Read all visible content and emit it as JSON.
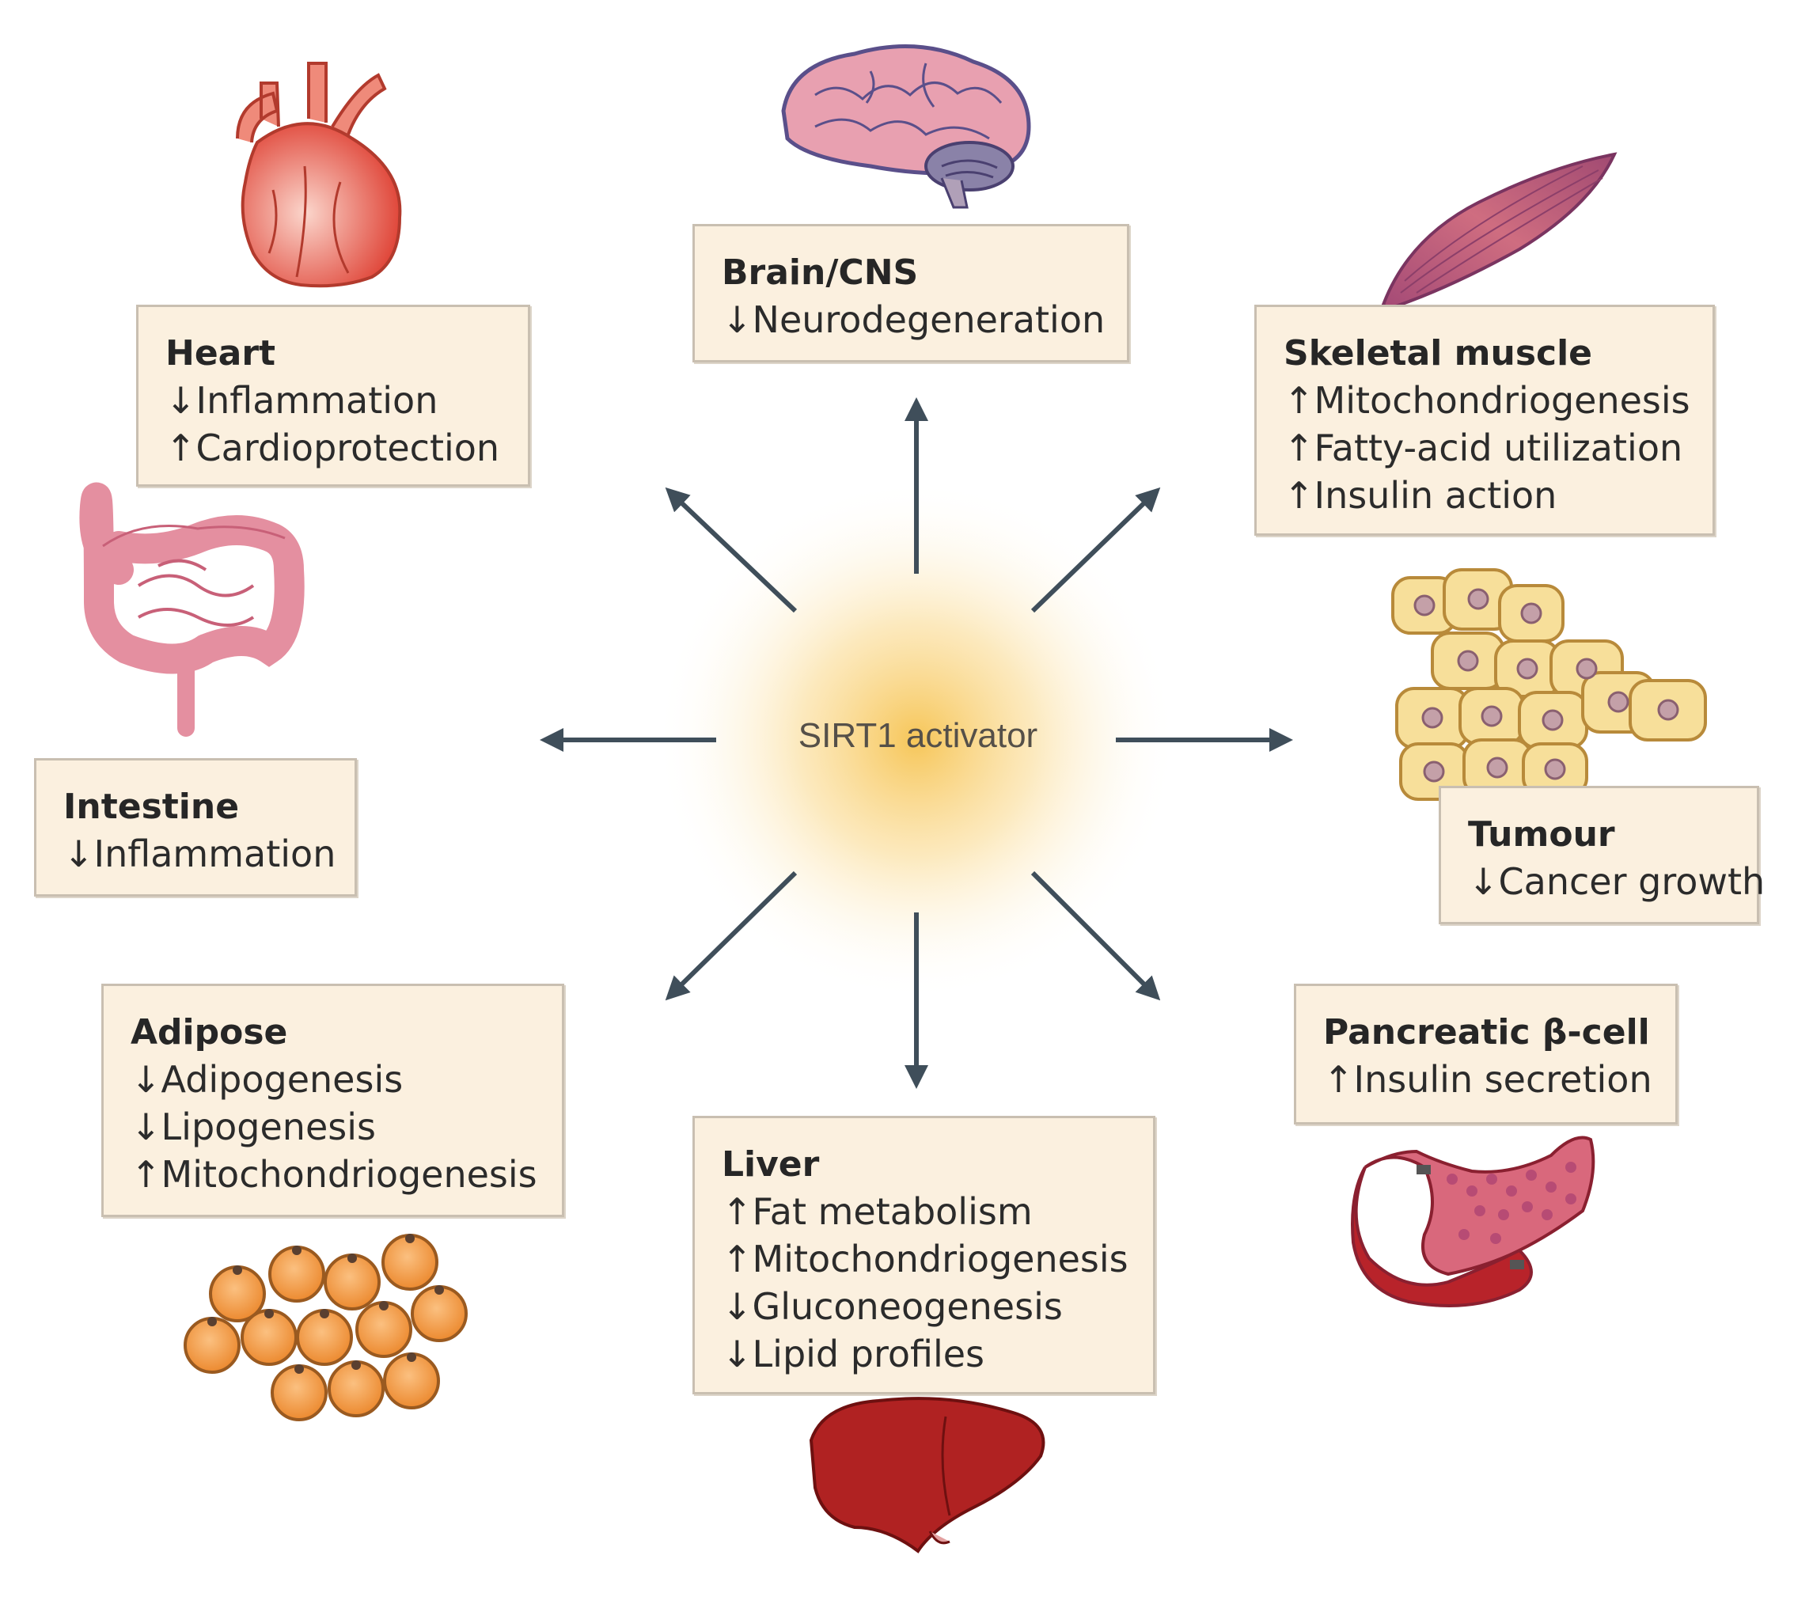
{
  "center": {
    "label": "SIRT1 activator"
  },
  "organs": {
    "heart": {
      "title": "Heart",
      "effects": [
        "↓Inflammation",
        "↑Cardioprotection"
      ]
    },
    "brain": {
      "title": "Brain/CNS",
      "effects": [
        "↓Neurodegeneration"
      ]
    },
    "muscle": {
      "title": "Skeletal muscle",
      "effects": [
        "↑Mitochondriogenesis",
        "↑Fatty-acid utilization",
        "↑Insulin action"
      ]
    },
    "intestine": {
      "title": "Intestine",
      "effects": [
        "↓Inflammation"
      ]
    },
    "tumour": {
      "title": "Tumour",
      "effects": [
        "↓Cancer growth"
      ]
    },
    "adipose": {
      "title": "Adipose",
      "effects": [
        "↓Adipogenesis",
        "↓Lipogenesis",
        "↑Mitochondriogenesis"
      ]
    },
    "liver": {
      "title": "Liver",
      "effects": [
        "↑Fat metabolism",
        "↑Mitochondriogenesis",
        "↓Gluconeogenesis",
        "↓Lipid profiles"
      ]
    },
    "pancreas": {
      "title": "Pancreatic β-cell",
      "effects": [
        "↑Insulin secretion"
      ]
    }
  },
  "icons": [
    "heart-icon",
    "brain-icon",
    "muscle-icon",
    "intestine-icon",
    "tumour-cells-icon",
    "adipocytes-icon",
    "liver-icon",
    "pancreas-icon"
  ],
  "colors": {
    "arrow": "#3f4e5a",
    "box_fill": "#fbf0df",
    "glow": "#f6c85a"
  }
}
